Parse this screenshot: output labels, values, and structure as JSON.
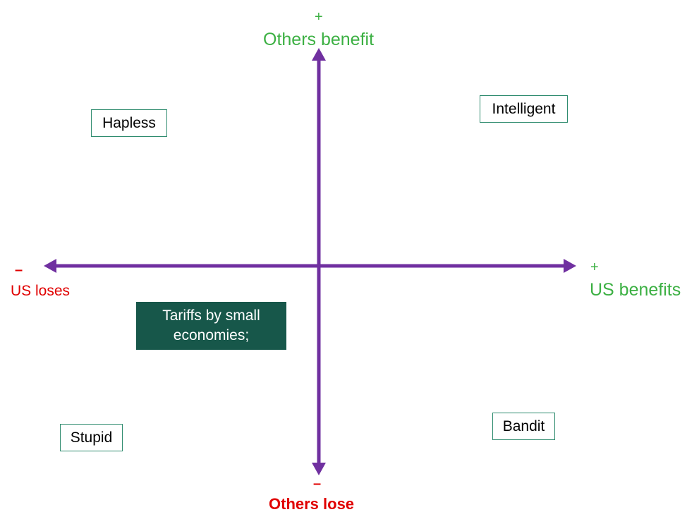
{
  "axes": {
    "vertical_top_sign": "+",
    "vertical_top_label": "Others benefit",
    "vertical_bottom_sign": "–",
    "vertical_bottom_label": "Others lose",
    "horizontal_left_sign": "–",
    "horizontal_left_label": "US loses",
    "horizontal_right_sign": "+",
    "horizontal_right_label": "US benefits",
    "axis_color": "#7030a0"
  },
  "quadrants": {
    "top_left": "Hapless",
    "top_right": "Intelligent",
    "bottom_left": "Stupid",
    "bottom_right": "Bandit"
  },
  "note": {
    "text": "Tariffs by small economies;",
    "color": "#17574a"
  },
  "colors": {
    "positive": "#3cb043",
    "negative": "#e00000"
  }
}
